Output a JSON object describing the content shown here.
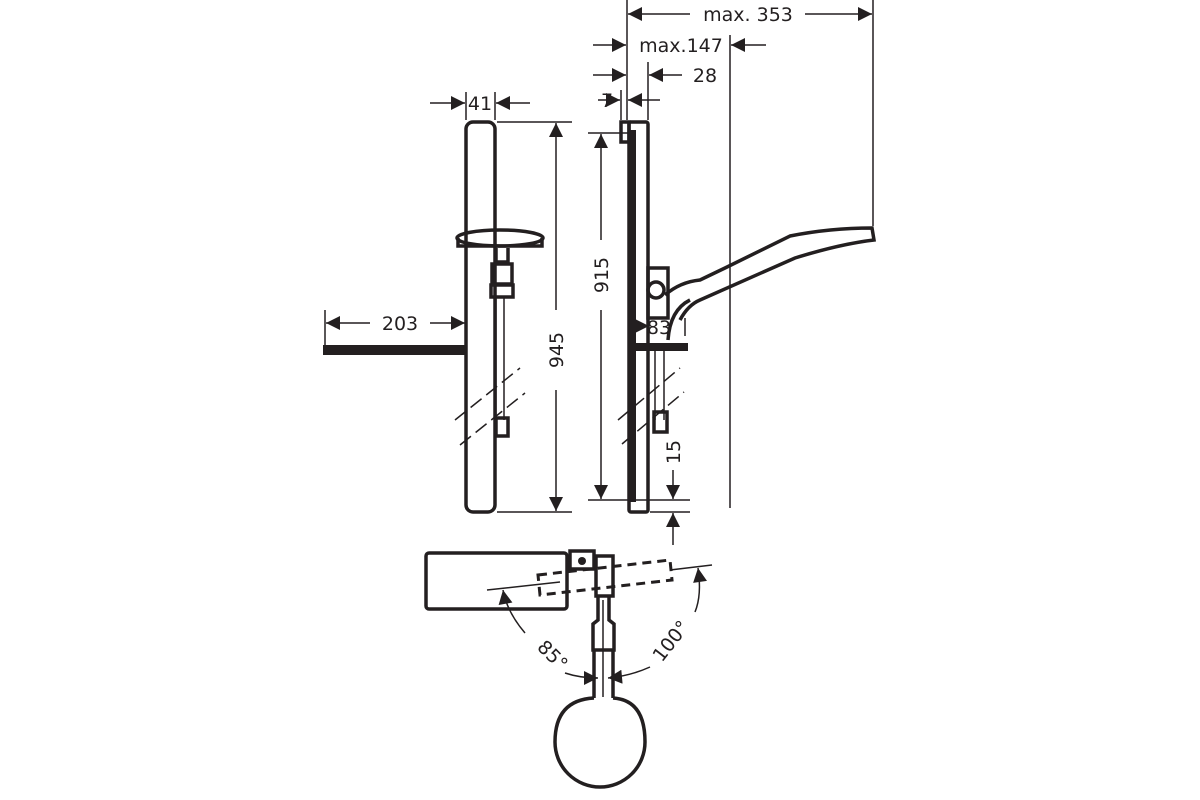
{
  "title": "Shower rail set dimension drawing",
  "dimensions": {
    "max_reach": "max. 353",
    "max_projection": "max.147",
    "rail_depth": "28",
    "wall_offset": "7",
    "rail_width": "41",
    "shelf_width": "203",
    "rail_height": "945",
    "rail_center_height": "915",
    "holder_projection": "83",
    "bottom_offset": "15"
  },
  "angles": {
    "left_rotation": "85°",
    "right_rotation": "100°"
  },
  "colors": {
    "line": "#231f20",
    "background": "#ffffff"
  }
}
